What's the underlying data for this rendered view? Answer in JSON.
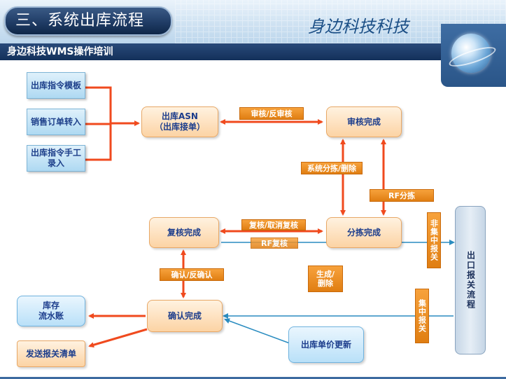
{
  "header": {
    "title": "三、系统出库流程",
    "brand": "身边科技科技",
    "subtitle": "身边科技WMS操作培训"
  },
  "nodes": {
    "doc_template": "出库指令模板",
    "doc_sales_order": "销售订单转入",
    "doc_manual": "出库指令手工录入",
    "asn": "出库ASN\n（出库接单）",
    "audit_done": "审核完成",
    "recheck_done": "复核完成",
    "pick_done": "分拣完成",
    "confirm_done": "确认完成",
    "stock_ledger": "库存\n流水账",
    "send_customs_list": "发送报关清单",
    "price_update": "出库单价更新",
    "customs_flow": "出口报关流程"
  },
  "labels": {
    "audit_unaudit": "审核/反审核",
    "system_pick_delete": "系统分拣/删除",
    "rf_pick": "RF分拣",
    "recheck_cancel": "复核/取消复核",
    "rf_recheck": "RF复核",
    "confirm_unconfirm": "确认/反确认",
    "generate_delete": "生成/\n删除",
    "non_centralized_customs": "非集中报关",
    "centralized_customs": "集中报关"
  },
  "colors": {
    "arrow_red": "#f04a1e",
    "connector_blue": "#2a8cc0",
    "tag_orange": "#f08c1c",
    "title_navy": "#1e3a63"
  }
}
